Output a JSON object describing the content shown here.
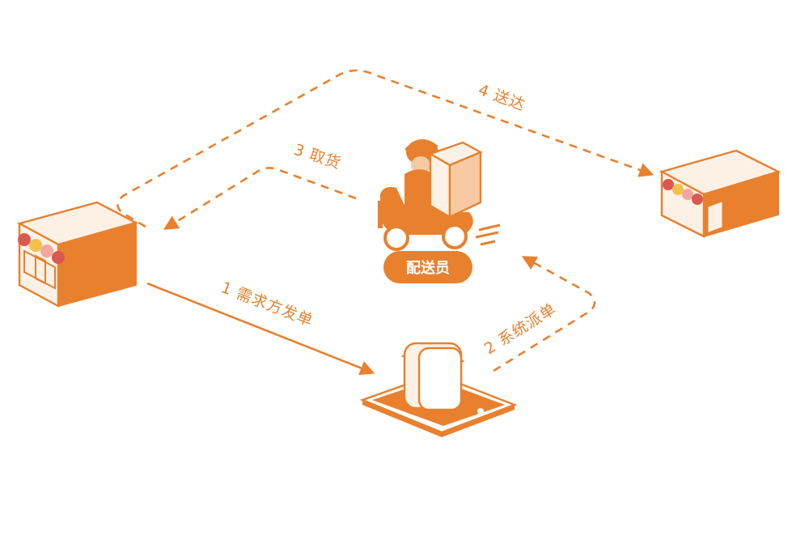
{
  "colors": {
    "primary": "#e8802e",
    "light": "#f6c9a2",
    "pale": "#fdf1e6",
    "awning_red": "#d9584f",
    "awning_yellow": "#f3c14b",
    "awning_pink": "#f4a7a0"
  },
  "steps": {
    "step1": "1 需求方发单",
    "step2": "2 系统派单",
    "step3": "3 取货",
    "step4": "4 送达"
  },
  "courier": {
    "badge": "配送员"
  },
  "icons": {
    "left_shop": "shop-icon",
    "right_shop": "shop-icon",
    "phone": "smartphone-app-icon",
    "courier": "delivery-scooter-rider-icon"
  }
}
